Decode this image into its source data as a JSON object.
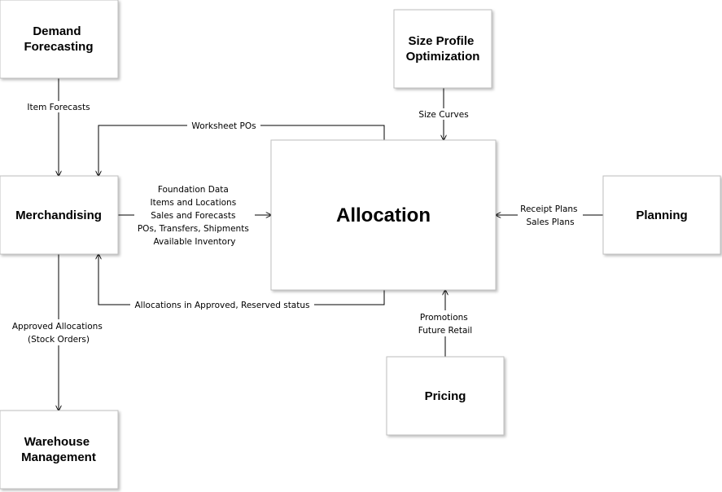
{
  "nodes": {
    "demand_forecasting": [
      "Demand",
      "Forecasting"
    ],
    "size_profile": [
      "Size Profile",
      "Optimization"
    ],
    "merchandising": [
      "Merchandising"
    ],
    "allocation": [
      "Allocation"
    ],
    "planning": [
      "Planning"
    ],
    "pricing": [
      "Pricing"
    ],
    "warehouse": [
      "Warehouse",
      "Management"
    ]
  },
  "flows": {
    "item_forecasts": [
      "Item Forecasts"
    ],
    "size_curves": [
      "Size Curves"
    ],
    "worksheet_pos": [
      "Worksheet POs"
    ],
    "merch_to_alloc": [
      "Foundation Data",
      "Items and Locations",
      "Sales and Forecasts",
      "POs, Transfers, Shipments",
      "Available Inventory"
    ],
    "planning_to_alloc": [
      "Receipt Plans",
      "Sales Plans"
    ],
    "alloc_to_merch": [
      "Allocations in Approved, Reserved status"
    ],
    "pricing_to_alloc": [
      "Promotions",
      "Future Retail"
    ],
    "merch_to_warehouse": [
      "Approved Allocations",
      "(Stock Orders)"
    ]
  }
}
